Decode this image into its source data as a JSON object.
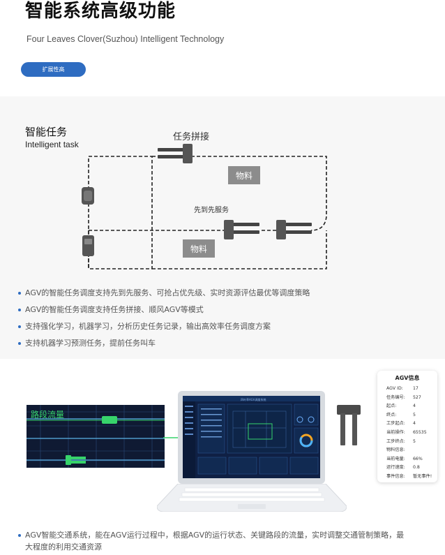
{
  "header": {
    "title": "智能系统高级功能",
    "subtitle": "Four Leaves Clover(Suzhou) Intelligent Technology",
    "button_label": "扩展性高"
  },
  "task_section": {
    "title": "智能任务",
    "title_en": "Intelligent task",
    "diagram": {
      "task_merge_label": "任务拼接",
      "first_come_label": "先到先服务",
      "material_label_1": "物料",
      "material_label_2": "物料"
    },
    "bullets": [
      "AGV的智能任务调度支持先到先服务、可抢占优先级、实时资源评估最优等调度策略",
      "AGV的智能任务调度支持任务拼接、顺风AGV等模式",
      "支持强化学习，机器学习，分析历史任务记录，输出高效率任务调度方案",
      "支持机器学习预测任务，提前任务叫车"
    ]
  },
  "traffic_section": {
    "road_label": "路段流量",
    "dashboard_title": "四叶草AGV调度系统",
    "info_card": {
      "title": "AGV信息",
      "rows": [
        {
          "key": "AGV ID:",
          "value": "17"
        },
        {
          "key": "任务编号:",
          "value": "527"
        },
        {
          "key": "起点:",
          "value": "4"
        },
        {
          "key": "终点:",
          "value": "5"
        },
        {
          "key": "工步起点:",
          "value": "4"
        },
        {
          "key": "当前操作:",
          "value": "65535"
        },
        {
          "key": "工步终点:",
          "value": "5"
        },
        {
          "key": "物料信息:",
          "value": ""
        },
        {
          "key": "当前电量:",
          "value": "66%"
        },
        {
          "key": "运行速度:",
          "value": "0.8"
        },
        {
          "key": "事件信息:",
          "value": "暂无事件!"
        }
      ]
    },
    "description": "AGV智能交通系统，能在AGV运行过程中，根据AGV的运行状态、关键路段的流量，实时调整交通管制策略，最大程度的利用交通资源"
  },
  "colors": {
    "accent": "#2e6cc1",
    "material_box": "#8c8c8c",
    "road_bg": "#0f1a33",
    "road_highlight": "#37d46b",
    "dashboard_bg": "#0f2044"
  }
}
